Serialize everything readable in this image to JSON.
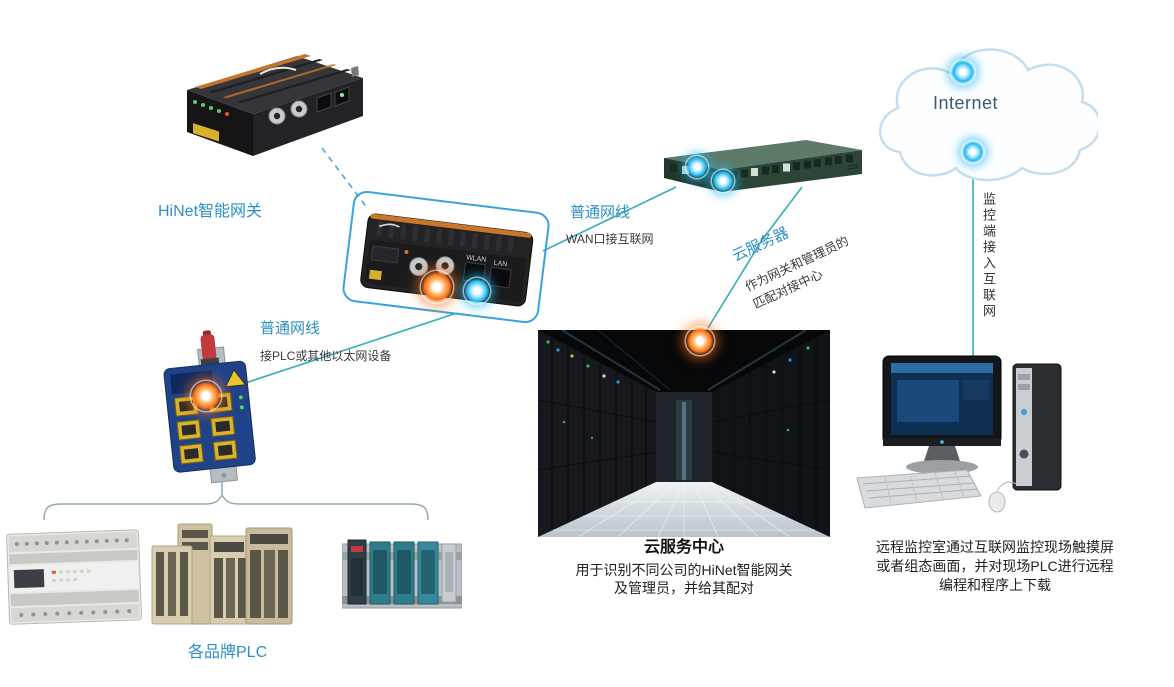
{
  "labels": {
    "hinet_gateway": "HiNet智能网关",
    "internet": "Internet",
    "cable_top": "普通网线",
    "wan_note": "WAN口接互联网",
    "cloud_server": "云服务器",
    "cloud_server_note_1": "作为网关和管理员的",
    "cloud_server_note_2": "匹配对接中心",
    "monitor_access": "监控端接入互联网",
    "cable_left": "普通网线",
    "plc_cable_note": "接PLC或其他以太网设备",
    "cloud_center_title": "云服务中心",
    "cloud_center_desc_1": "用于识别不同公司的HiNet智能网关",
    "cloud_center_desc_2": "及管理员，并给其配对",
    "plc_brands": "各品牌PLC",
    "remote_desc_1": "远程监控室通过互联网监控现场触摸屏",
    "remote_desc_2": "或者组态画面，并对现场PLC进行远程",
    "remote_desc_3": "编程和程序上下载"
  },
  "device_labels": {
    "wlan": "WLAN",
    "lan": "LAN"
  },
  "colors": {
    "accent_blue": "#2e8fc6",
    "line_teal": "#35aeb6",
    "dashed_blue": "#4aa7dc",
    "highlight_border": "#38a3da",
    "glow_orange": "#f97316",
    "glow_blue": "#22b8f0",
    "cloud_outline": "#c5ddee",
    "text_dark": "#3a3a3a"
  }
}
